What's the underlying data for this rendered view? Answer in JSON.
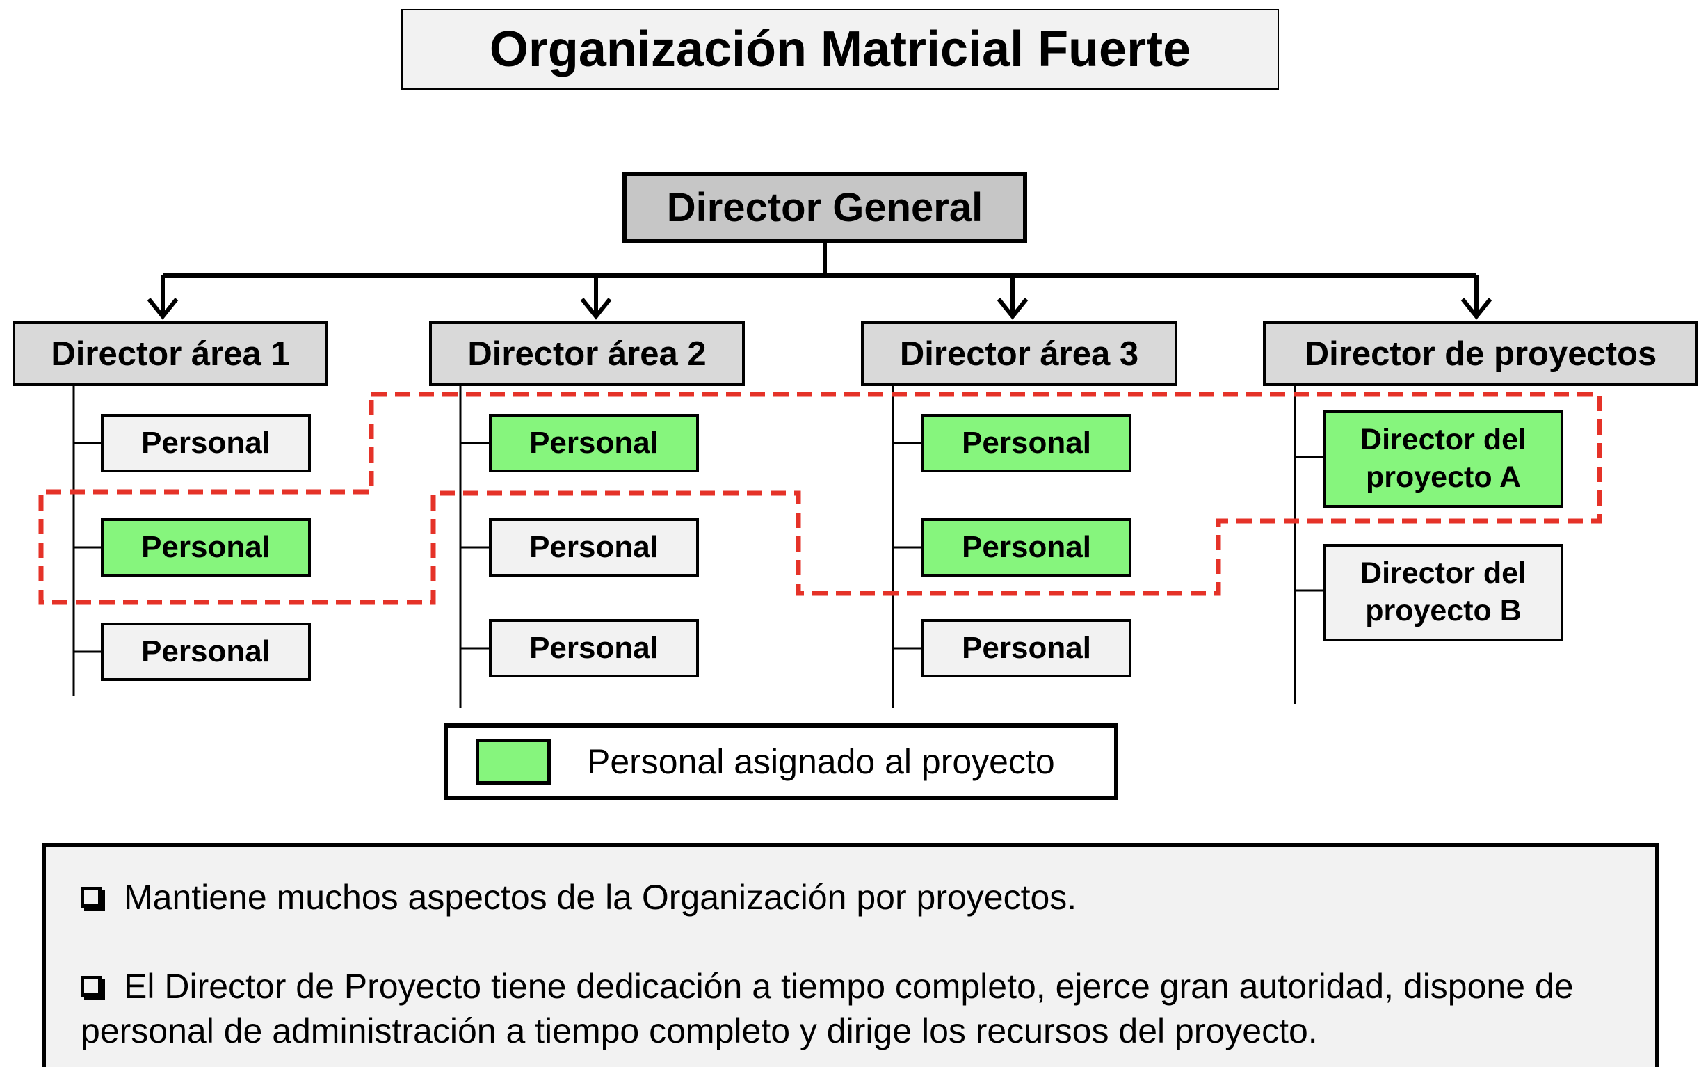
{
  "title": "Organización Matricial Fuerte",
  "director_general": "Director General",
  "departments": [
    {
      "head": "Director área 1",
      "staff": [
        {
          "label": "Personal",
          "assigned": false
        },
        {
          "label": "Personal",
          "assigned": true
        },
        {
          "label": "Personal",
          "assigned": false
        }
      ]
    },
    {
      "head": "Director área 2",
      "staff": [
        {
          "label": "Personal",
          "assigned": true
        },
        {
          "label": "Personal",
          "assigned": false
        },
        {
          "label": "Personal",
          "assigned": false
        }
      ]
    },
    {
      "head": "Director área 3",
      "staff": [
        {
          "label": "Personal",
          "assigned": true
        },
        {
          "label": "Personal",
          "assigned": true
        },
        {
          "label": "Personal",
          "assigned": false
        }
      ]
    }
  ],
  "projects_head": "Director de proyectos",
  "project_directors": [
    {
      "line1": "Director del",
      "line2": "proyecto A",
      "assigned": true
    },
    {
      "line1": "Director del",
      "line2": "proyecto B",
      "assigned": false
    }
  ],
  "legend": {
    "label": "Personal asignado al proyecto",
    "color": "#86f57d"
  },
  "notes": [
    "Mantiene muchos aspectos de la Organización por proyectos.",
    "El Director de Proyecto tiene dedicación a tiempo completo, ejerce gran autoridad, dispone de personal de administración a tiempo completo y dirige los recursos del proyecto."
  ],
  "colors": {
    "assigned": "#86f57d",
    "project_boundary": "#e53228",
    "head_fill": "#d9d9d9",
    "director_fill": "#c6c6c6"
  }
}
